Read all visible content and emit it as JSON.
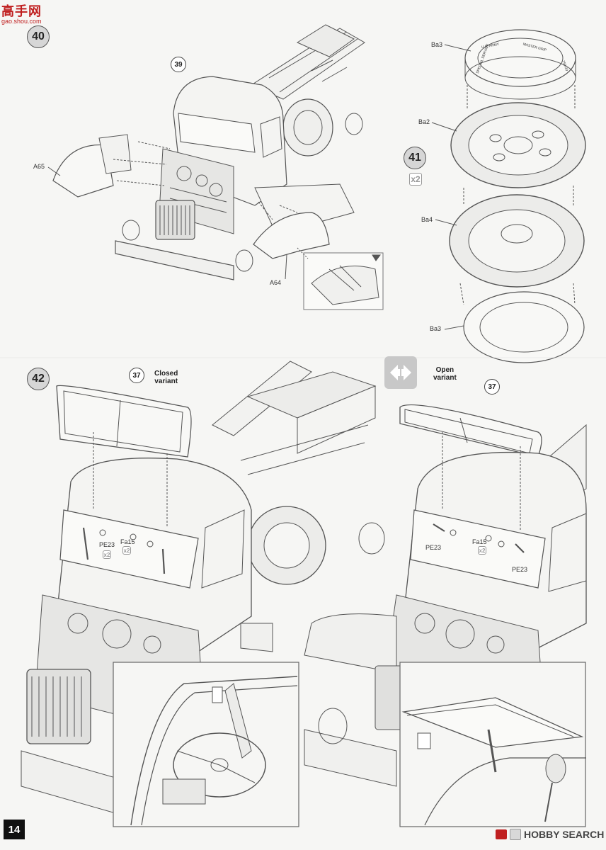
{
  "watermark": {
    "main": "高手网",
    "sub": "gao.shou.com"
  },
  "steps": {
    "s40": "40",
    "s39": "39",
    "s41": "41",
    "s42": "42",
    "s37a": "37",
    "s37b": "37"
  },
  "multipliers": {
    "step41": "x2",
    "fa15_closed": "x2",
    "fa15_open": "x2"
  },
  "parts": {
    "a65": "A65",
    "a64": "A64",
    "ba3_top": "Ba3",
    "ba2": "Ba2",
    "ba4": "Ba4",
    "ba3_bottom": "Ba3",
    "pe23_closed": "PE23",
    "fa15_closed": "Fa15",
    "pe23_open_a": "PE23",
    "fa15_open": "Fa15",
    "pe23_open_b": "PE23"
  },
  "variants": {
    "closed": "Closed\nvariant",
    "open": "Open\nvariant"
  },
  "tire_text": {
    "left": "U.S. ARMY",
    "right": "MASTER GRIP",
    "side": "SPECIAL SERVICE",
    "size": "750-20"
  },
  "page_number": "14",
  "footer_brand": "HOBBY SEARCH"
}
